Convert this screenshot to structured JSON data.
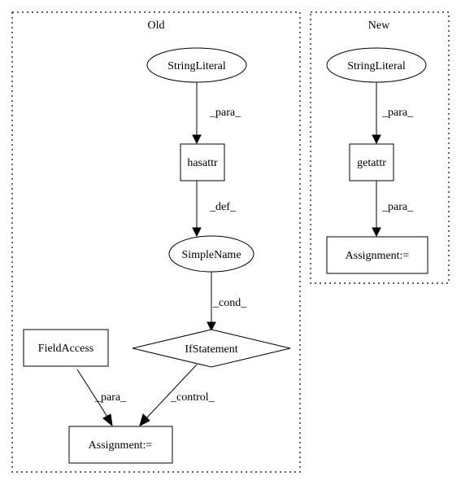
{
  "clusters": {
    "old": {
      "label": "Old"
    },
    "new": {
      "label": "New"
    }
  },
  "nodes": {
    "old_string_literal": {
      "label": "StringLiteral",
      "shape": "ellipse"
    },
    "old_hasattr": {
      "label": "hasattr",
      "shape": "box"
    },
    "old_simple_name": {
      "label": "SimpleName",
      "shape": "ellipse"
    },
    "old_if_statement": {
      "label": "IfStatement",
      "shape": "diamond"
    },
    "old_field_access": {
      "label": "FieldAccess",
      "shape": "box"
    },
    "old_assignment": {
      "label": "Assignment:=",
      "shape": "box"
    },
    "new_string_literal": {
      "label": "StringLiteral",
      "shape": "ellipse"
    },
    "new_getattr": {
      "label": "getattr",
      "shape": "box"
    },
    "new_assignment": {
      "label": "Assignment:=",
      "shape": "box"
    }
  },
  "edges": [
    {
      "from": "old_string_literal",
      "to": "old_hasattr",
      "label": "_para_"
    },
    {
      "from": "old_hasattr",
      "to": "old_simple_name",
      "label": "_def_"
    },
    {
      "from": "old_simple_name",
      "to": "old_if_statement",
      "label": "_cond_"
    },
    {
      "from": "old_field_access",
      "to": "old_assignment",
      "label": "_para_"
    },
    {
      "from": "old_if_statement",
      "to": "old_assignment",
      "label": "_control_"
    },
    {
      "from": "new_string_literal",
      "to": "new_getattr",
      "label": "_para_"
    },
    {
      "from": "new_getattr",
      "to": "new_assignment",
      "label": "_para_"
    }
  ]
}
